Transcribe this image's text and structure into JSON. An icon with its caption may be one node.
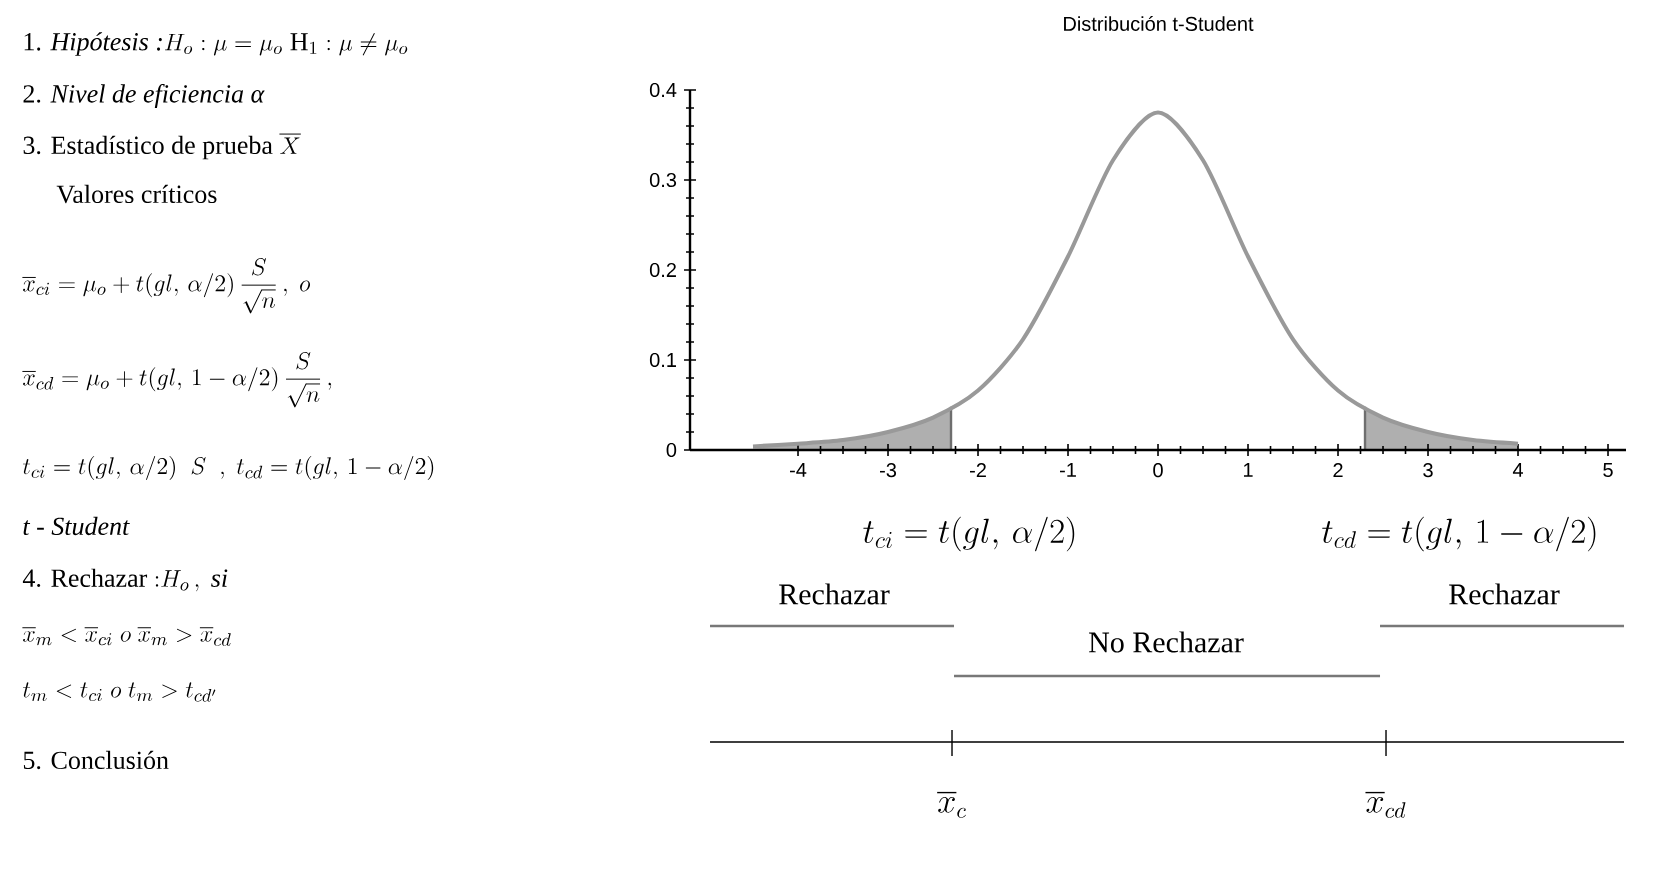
{
  "diagram": {
    "labels": [
      "\\text{1. }\\textit{Hipótesis :}H_o : \\mu = \\mu_o \\;\\mathrm{H}_1 : \\mu \\neq \\mu_o",
      "2. *Nivel de eficiencia α*",
      "\\text{3. Estadístico de prueba }\\overline{X}",
      "Valores críticos",
      "\\overline{x}_{ci} = \\mu_o + t(gl,\\,\\alpha/2)\\,\\dfrac{S}{\\sqrt{n}}\\,,\\ o",
      "\\overline{x}_{cd} = \\mu_o + t(gl,\\,1-\\alpha/2)\\,\\dfrac{S}{\\sqrt{n}}\\,,",
      "t_{ci} = t(gl,\\,\\alpha/2)\\ \\ S\\ \\ ,\\ t_{cd} = t(gl,\\,1-\\alpha/2)",
      "t - Student",
      "\\text{4. Rechazar }{:}H_o\\,,\\ \\textit{si}",
      "\\overline{x}_m < \\overline{x}_{ci}\\ o\\ \\overline{x}_m > \\overline{x}_{cd}",
      "t_m < t_{ci}\\ o\\ t_m > t_{cd'}",
      "5. Conclusión",
      "t_{ci} = t(gl,\\,\\alpha/2)",
      "t_{cd} = t(gl,\\,1-\\alpha/2)",
      "Rechazar",
      "Rechazar",
      "No Rechazar",
      "\\overline{x}_c",
      "\\overline{x}_{cd}"
    ],
    "chart_data": {
      "type": "line",
      "title": "Distribución t-Student",
      "x": [
        -4.5,
        -4,
        -3.5,
        -3,
        -2.5,
        -2,
        -1.5,
        -1,
        -0.5,
        0,
        0.5,
        1,
        1.5,
        2,
        2.5,
        3,
        3.5,
        4
      ],
      "series": [
        {
          "color": "#999999",
          "values": [
            0.004,
            0.007,
            0.011,
            0.02,
            0.036,
            0.066,
            0.123,
            0.215,
            0.322,
            0.375,
            0.322,
            0.215,
            0.123,
            0.066,
            0.036,
            0.02,
            0.011,
            0.007
          ]
        }
      ],
      "xlim": [
        -5.2,
        5.2
      ],
      "ylim": [
        0,
        0.4
      ],
      "xticks": [
        -4,
        -3,
        -2,
        -1,
        0,
        1,
        2,
        3,
        4,
        5
      ],
      "yticks": [
        0,
        0.1,
        0.2,
        0.3,
        0.4
      ]
    }
  }
}
